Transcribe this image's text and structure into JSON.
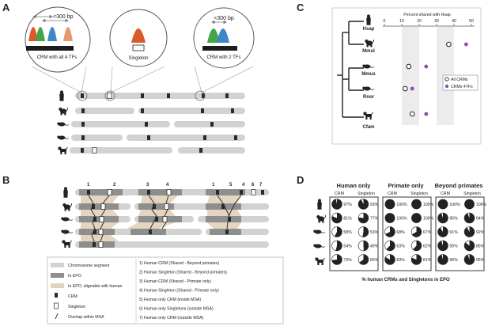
{
  "panels": {
    "a": "A",
    "b": "B",
    "c": "C",
    "d": "D"
  },
  "panel_a": {
    "bubble_left": {
      "distance": "<300 bp",
      "caption": "CRM with all 4 TFs"
    },
    "bubble_mid": {
      "caption": "Singleton"
    },
    "bubble_right": {
      "distance": "<300 bp",
      "caption": "CRM with 2 TFs"
    }
  },
  "panel_b": {
    "marker_numbers": [
      "1",
      "2",
      "3",
      "4",
      "1",
      "5",
      "4",
      "6",
      "7"
    ],
    "legend_left": [
      {
        "label": "Chromosome segment",
        "color": "#d2d2d2"
      },
      {
        "label": "In EPO",
        "color": "#8e8e8e"
      },
      {
        "label": "In EPO, alignable with human",
        "color": "#e3d2bd"
      },
      {
        "label": "CRM",
        "color": "#2a2a2a"
      },
      {
        "label": "Singleton",
        "color": "#ffffff"
      },
      {
        "label": "Overlap within MSA",
        "color": "#2a2a2a"
      }
    ],
    "legend_right": [
      "1) Human CRM (Shared - Beyond primates)",
      "2) Human Singleton (Shared - Beyond primates)",
      "3) Human CRM (Shared - Primate only)",
      "4) Human Singleton (Shared - Primate only)",
      "5) Human only CRM (inside MSA)",
      "6) Human only  Singletons (outside MSA)",
      "7) Human only  CRM (outside MSA)"
    ]
  },
  "panel_c": {
    "species": [
      "Hsap",
      "Mmul",
      "Mmus",
      "Rnor",
      "Cfam"
    ],
    "chart_data": {
      "type": "scatter",
      "title": "Percent shared with Hsap",
      "xlim": [
        0,
        50
      ],
      "ticks": [
        "0",
        "10",
        "20",
        "30",
        "40",
        "50"
      ],
      "categories": [
        "Mmul",
        "Mmus",
        "Rnor",
        "Cfam"
      ],
      "series": [
        {
          "name": "All CRMs",
          "values": [
            37,
            14,
            12,
            16
          ],
          "color": "#ffffff"
        },
        {
          "name": "CRMs 4TFs",
          "values": [
            47,
            24,
            16,
            24
          ],
          "color": "#8a4fa8"
        }
      ]
    }
  },
  "panel_d": {
    "group_titles": [
      "Human only",
      "Primate only",
      "Beyond primates"
    ],
    "column_headers": [
      "CRM",
      "Singleton"
    ],
    "footer": "% human CRMs and Singletons in EPO",
    "chart_data": {
      "type": "pie",
      "rows": [
        "Hsap",
        "Mmul",
        "Mmus",
        "Rnor",
        "Cfam"
      ],
      "groups": [
        {
          "name": "Human only",
          "crm": [
            97,
            81,
            58,
            54,
            73
          ],
          "singleton": [
            93,
            77,
            53,
            49,
            65
          ]
        },
        {
          "name": "Primate only",
          "crm": [
            100,
            100,
            68,
            63,
            83
          ],
          "singleton": [
            100,
            100,
            67,
            62,
            81
          ]
        },
        {
          "name": "Beyond primates",
          "crm": [
            100,
            95,
            91,
            95,
            96
          ],
          "singleton": [
            100,
            94,
            92,
            86,
            95
          ]
        }
      ]
    }
  }
}
